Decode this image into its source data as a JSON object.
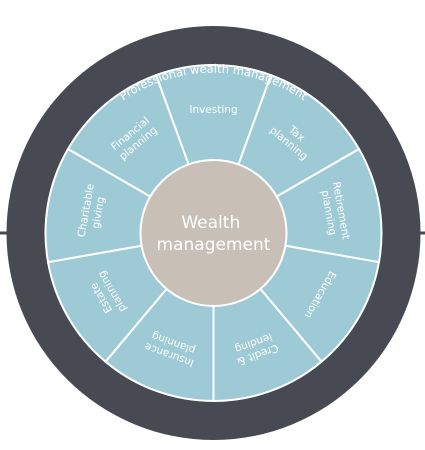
{
  "diagram": {
    "ring_title": "Professional wealth management",
    "center": [
      "Wealth",
      "management"
    ],
    "segments": [
      {
        "lines": [
          "Investing"
        ],
        "angle": 0
      },
      {
        "lines": [
          "Tax",
          "planning"
        ],
        "angle": 40
      },
      {
        "lines": [
          "Retirement",
          "planning"
        ],
        "angle": 80
      },
      {
        "lines": [
          "Education"
        ],
        "angle": 120
      },
      {
        "lines": [
          "Credit &",
          "lending"
        ],
        "angle": 160
      },
      {
        "lines": [
          "Insurance",
          "planning"
        ],
        "angle": 200
      },
      {
        "lines": [
          "Estate",
          "planning"
        ],
        "angle": 240
      },
      {
        "lines": [
          "Charitable",
          "giving"
        ],
        "angle": 280
      },
      {
        "lines": [
          "Financial",
          "planning"
        ],
        "angle": 320
      }
    ]
  },
  "colors": {
    "outer_ring": "#474a52",
    "segment_fill": "#9ecad6",
    "segment_stroke": "#ffffff",
    "center_fill": "#c8c0b7",
    "text": "#ffffff"
  }
}
